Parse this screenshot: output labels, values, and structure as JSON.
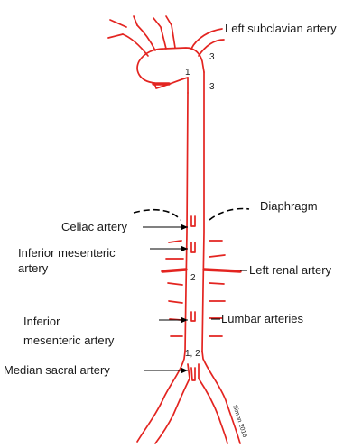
{
  "labels": {
    "left_subclavian": "Left subclavian artery",
    "diaphragm": "Diaphragm",
    "celiac": "Celiac artery",
    "inf_mes_1_line1": "Inferior mesenteric",
    "inf_mes_1_line2": "artery",
    "left_renal": "Left renal artery",
    "inf_mes_2_line1": "Inferior",
    "inf_mes_2_line2": "mesenteric artery",
    "lumbar": "Lumbar arteries",
    "median_sacral": "Median sacral artery"
  },
  "markers": {
    "m1": "1",
    "m3a": "3",
    "m3b": "3",
    "m2": "2",
    "m12": "1, 2"
  },
  "signature": "Simon 2016",
  "colors": {
    "artery": "#e32420",
    "text": "#1a1a1a"
  }
}
